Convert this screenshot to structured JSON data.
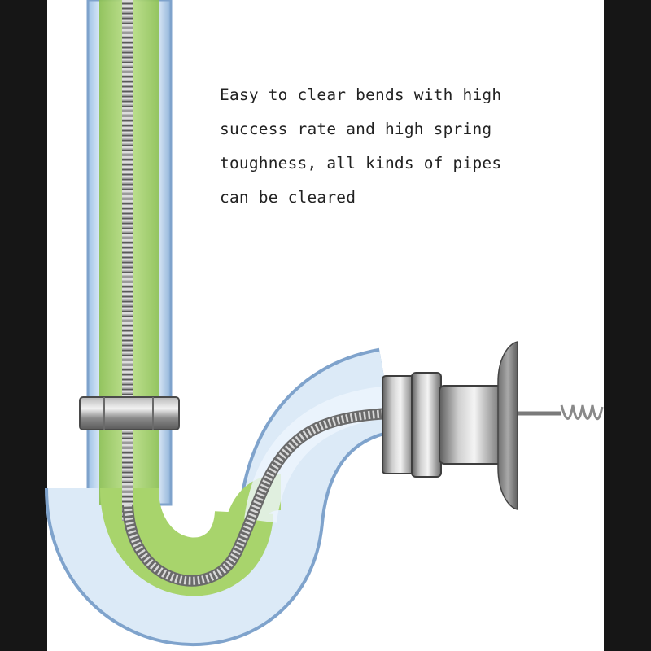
{
  "caption": {
    "lines": [
      "Easy to clear bends with high",
      "success rate and high spring",
      "toughness, all kinds of pipes",
      "can be cleared"
    ]
  },
  "colors": {
    "background": "#161616",
    "panel": "#ffffff",
    "pipe_tint": "#b9d3ec",
    "pipe_outline": "#6f93bd",
    "water": "#a6d468",
    "spring": "#8a8a8a",
    "fitting": "#7a7a7a"
  },
  "icons": [
    "pipe-drain-illustration",
    "spring-cable-icon",
    "pipe-nut-icon",
    "drain-auger-handle-icon"
  ]
}
